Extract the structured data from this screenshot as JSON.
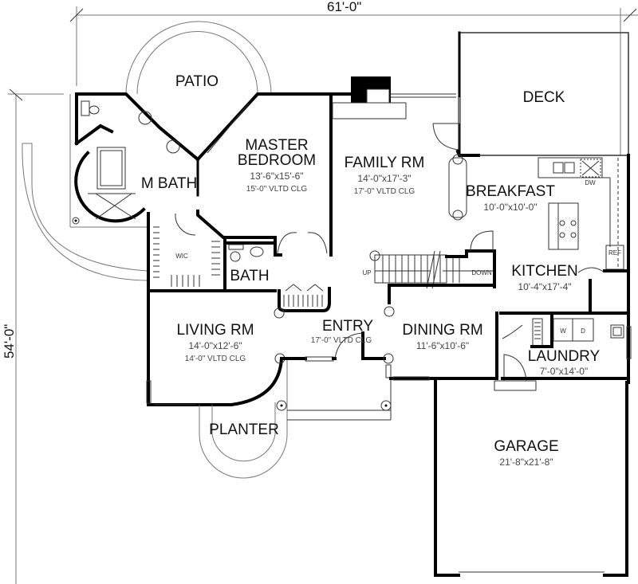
{
  "dimensions": {
    "width": "61'-0\"",
    "depth": "54'-0\""
  },
  "rooms": {
    "patio": {
      "name": "PATIO"
    },
    "deck": {
      "name": "DECK"
    },
    "master_bedroom": {
      "name_line1": "MASTER",
      "name_line2": "BEDROOM",
      "size": "13'-6\"x15'-6\"",
      "ceiling": "15'-0\" VLTD CLG"
    },
    "master_bath": {
      "name": "M  BATH"
    },
    "family_rm": {
      "name": "FAMILY RM",
      "size": "14'-0\"x17'-3\"",
      "ceiling": "17'-0\" VLTD CLG"
    },
    "breakfast": {
      "name": "BREAKFAST",
      "size": "10'-0\"x10'-0\""
    },
    "kitchen": {
      "name": "KITCHEN",
      "size": "10'-4\"x17'-4\""
    },
    "wic": {
      "name": "WIC"
    },
    "bath": {
      "name": "BATH"
    },
    "living_rm": {
      "name": "LIVING RM",
      "size": "14'-0\"x12'-6\"",
      "ceiling": "14'-0\" VLTD CLG"
    },
    "entry": {
      "name": "ENTRY",
      "ceiling": "17'-0\" VLTD CLG"
    },
    "dining_rm": {
      "name": "DINING RM",
      "size": "11'-6\"x10'-6\""
    },
    "laundry": {
      "name": "LAUNDRY",
      "size": "7'-0\"x14'-0\""
    },
    "planter": {
      "name": "PLANTER"
    },
    "garage": {
      "name": "GARAGE",
      "size": "21'-8\"x21'-8\""
    }
  },
  "fixtures": {
    "dw": "DW",
    "ref": "REF",
    "washer": "W",
    "dryer": "D",
    "stairs_up": "UP",
    "stairs_down": "DOWN"
  }
}
